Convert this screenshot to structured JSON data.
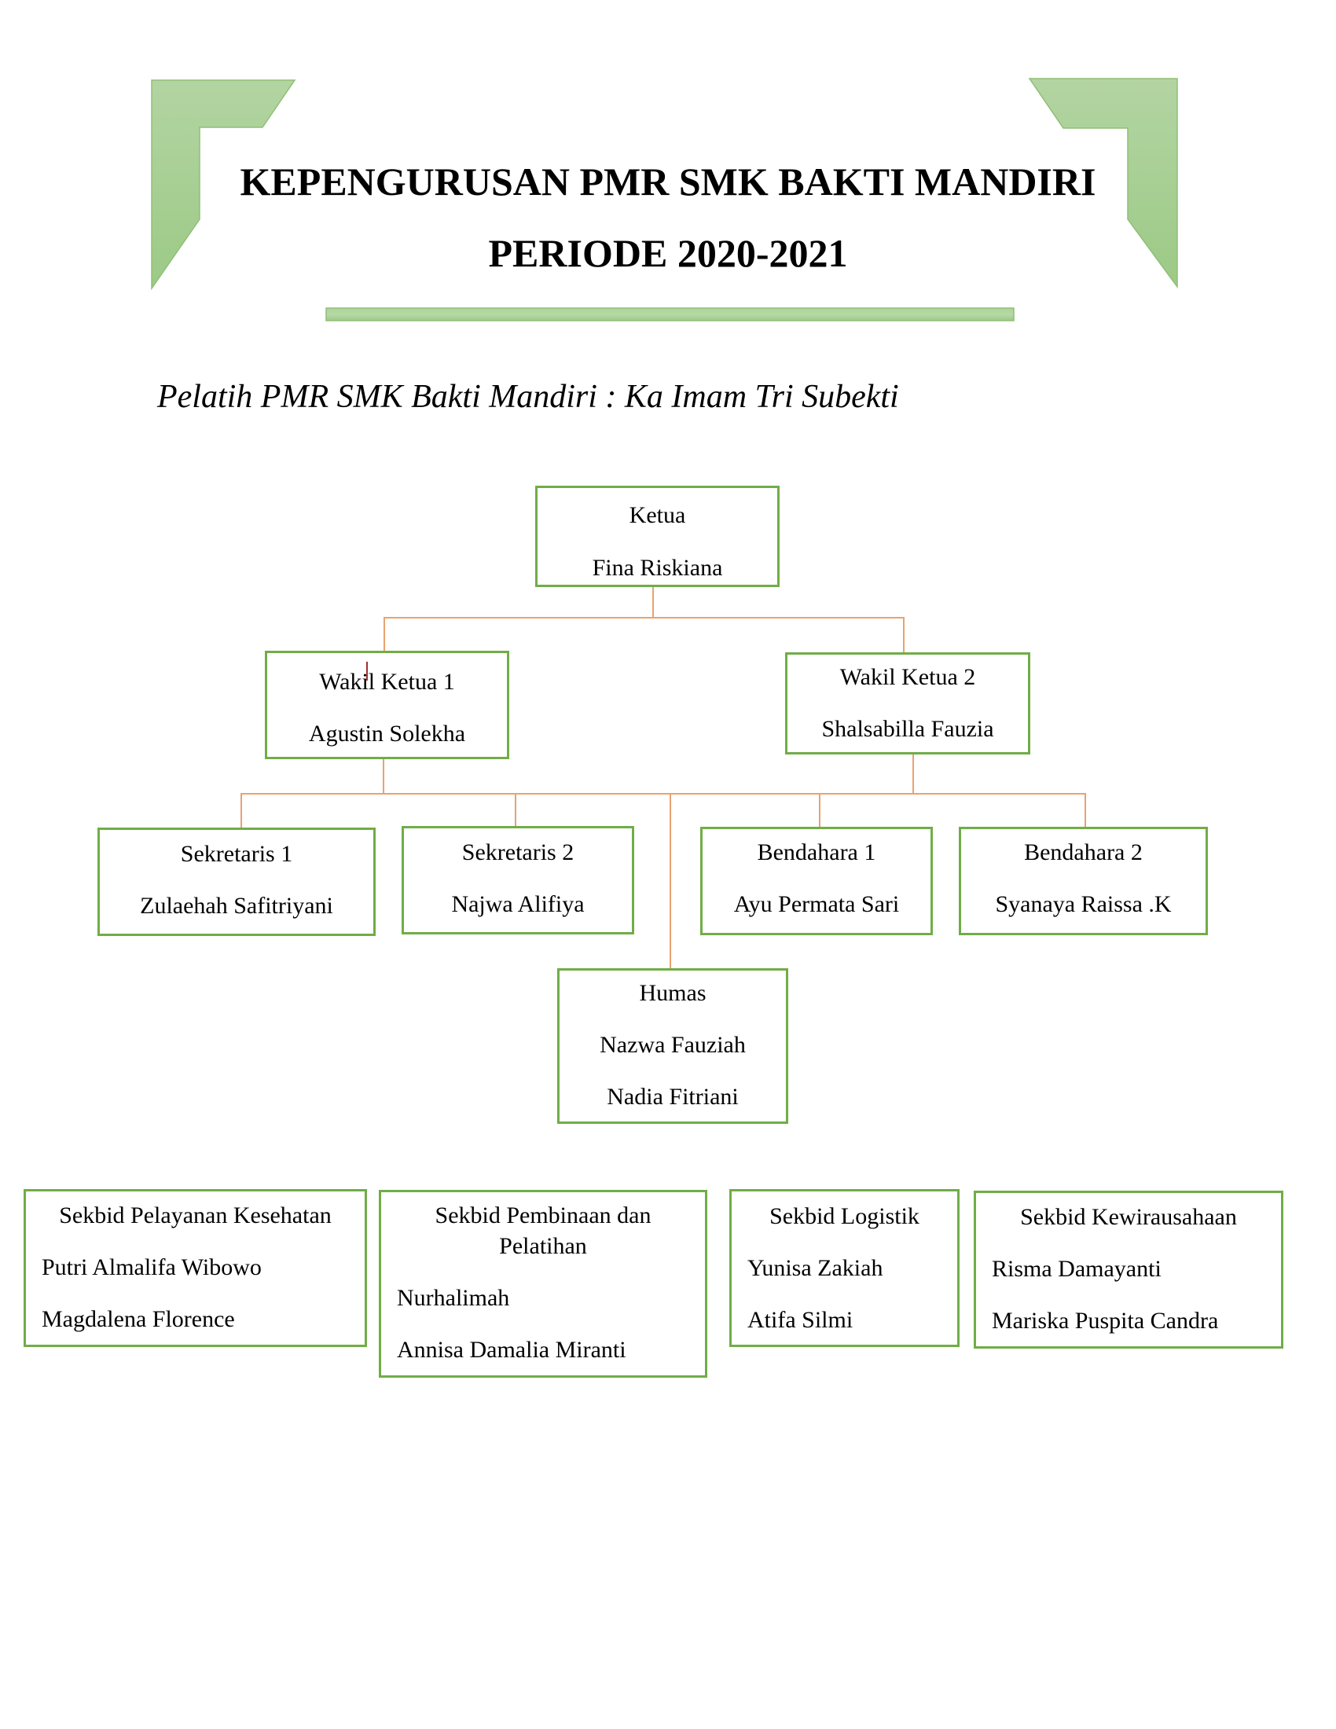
{
  "header": {
    "title_line1": "KEPENGURUSAN PMR SMK BAKTI MANDIRI",
    "title_line2": "PERIODE 2020-2021",
    "subtitle": "Pelatih PMR SMK Bakti Mandiri : Ka Imam Tri Subekti"
  },
  "colors": {
    "box_border": "#70ad47",
    "connector": "#e9a26f",
    "decoration_top": "#b3d4a2",
    "decoration_bottom": "#9cca86",
    "cursor": "#a0302c"
  },
  "org": {
    "ketua": {
      "role": "Ketua",
      "names": [
        "Fina Riskiana"
      ]
    },
    "wakil1": {
      "role": "Wakil Ketua 1",
      "names": [
        "Agustin Solekha"
      ]
    },
    "wakil2": {
      "role": "Wakil Ketua 2",
      "names": [
        "Shalsabilla Fauzia"
      ]
    },
    "sekretaris1": {
      "role": "Sekretaris 1",
      "names": [
        "Zulaehah Safitriyani"
      ]
    },
    "sekretaris2": {
      "role": "Sekretaris 2",
      "names": [
        "Najwa Alifiya"
      ]
    },
    "bendahara1": {
      "role": "Bendahara 1",
      "names": [
        "Ayu Permata Sari"
      ]
    },
    "bendahara2": {
      "role": "Bendahara 2",
      "names": [
        "Syanaya Raissa .K"
      ]
    },
    "humas": {
      "role": "Humas",
      "names": [
        "Nazwa Fauziah",
        "Nadia Fitriani"
      ]
    }
  },
  "sekbid": [
    {
      "title": "Sekbid Pelayanan Kesehatan",
      "names": [
        "Putri Almalifa Wibowo",
        "Magdalena Florence"
      ]
    },
    {
      "title_line1": "Sekbid Pembinaan dan",
      "title_line2": "Pelatihan",
      "names": [
        "Nurhalimah",
        "Annisa Damalia Miranti"
      ]
    },
    {
      "title": "Sekbid Logistik",
      "names": [
        "Yunisa Zakiah",
        "Atifa Silmi"
      ]
    },
    {
      "title": "Sekbid Kewirausahaan",
      "names": [
        "Risma Damayanti",
        "Mariska Puspita Candra"
      ]
    }
  ]
}
